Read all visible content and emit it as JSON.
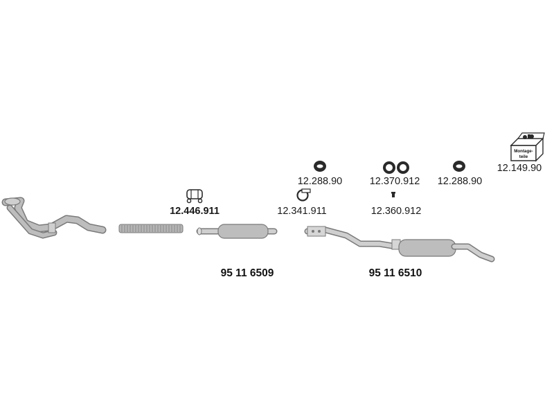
{
  "colors": {
    "part_fill": "#bdbdbd",
    "part_stroke": "#7a7a7a",
    "icon_dark": "#2a2a2a"
  },
  "parts": {
    "front_pipe": {
      "icon": "exhaust-front-pipe"
    },
    "flex_pipe": {
      "icon": "flexible-pipe"
    },
    "middle_silencer": {
      "code": "95 11 6509",
      "icon": "middle-silencer"
    },
    "rear_silencer": {
      "code": "95 11 6510",
      "icon": "rear-silencer"
    }
  },
  "fittings": [
    {
      "id": "clamp",
      "code": "12.446.911",
      "icon": "pipe-clamp-icon"
    },
    {
      "id": "clip",
      "code": "12.341.911",
      "icon": "clip-ring-icon"
    },
    {
      "id": "rubber-mount-1",
      "code": "12.288.90",
      "icon": "rubber-mount-icon"
    },
    {
      "id": "rubber-rings",
      "code": "12.370.912",
      "icon": "rubber-rings-icon"
    },
    {
      "id": "bolt",
      "code": "12.360.912",
      "icon": "bolt-icon"
    },
    {
      "id": "rubber-mount-2",
      "code": "12.288.90",
      "icon": "rubber-mount-icon"
    },
    {
      "id": "mounting-kit",
      "code": "12.149.90",
      "icon": "mounting-kit-box-icon"
    }
  ],
  "mounting_kit_box_text": [
    "Montage-",
    "teile"
  ]
}
